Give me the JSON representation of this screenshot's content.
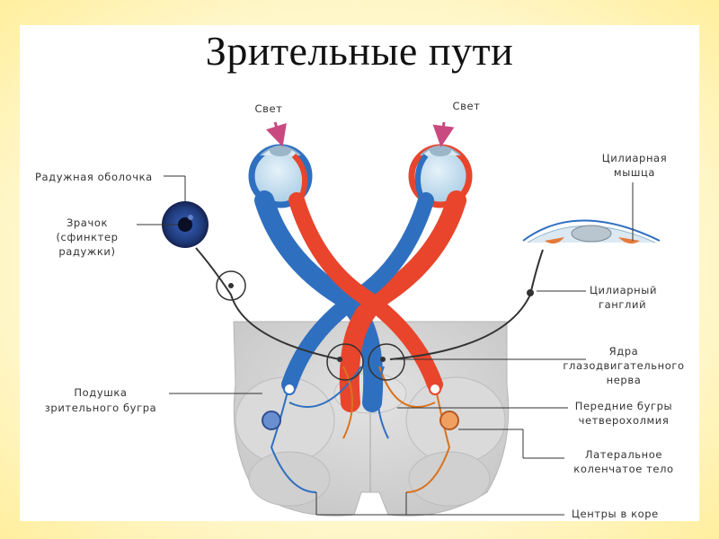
{
  "title": "Зрительные пути",
  "labels": {
    "light_left": "Свет",
    "light_right": "Свет",
    "iris": "Радужная оболочка",
    "pupil_1": "Зрачок",
    "pupil_2": "(сфинктер",
    "pupil_3": "радужки)",
    "ciliary_muscle_1": "Цилиарная",
    "ciliary_muscle_2": "мышца",
    "ciliary_ganglion_1": "Цилиарный",
    "ciliary_ganglion_2": "ганглий",
    "oculomotor_1": "Ядра",
    "oculomotor_2": "глазодвигательного",
    "oculomotor_3": "нерва",
    "pulvinar_1": "Подушка",
    "pulvinar_2": "зрительного бугра",
    "colliculi_1": "Передние бугры",
    "colliculi_2": "четверохолмия",
    "lgn_1": "Латеральное",
    "lgn_2": "коленчатое тело",
    "cortex": "Центры в коре"
  },
  "colors": {
    "blue_pathway": "#2f6fc0",
    "red_pathway": "#e8452c",
    "orange_fibers": "#d9731e",
    "brain_gray": "#d3d3d3",
    "eye_fill": "#cfe3f0"
  }
}
